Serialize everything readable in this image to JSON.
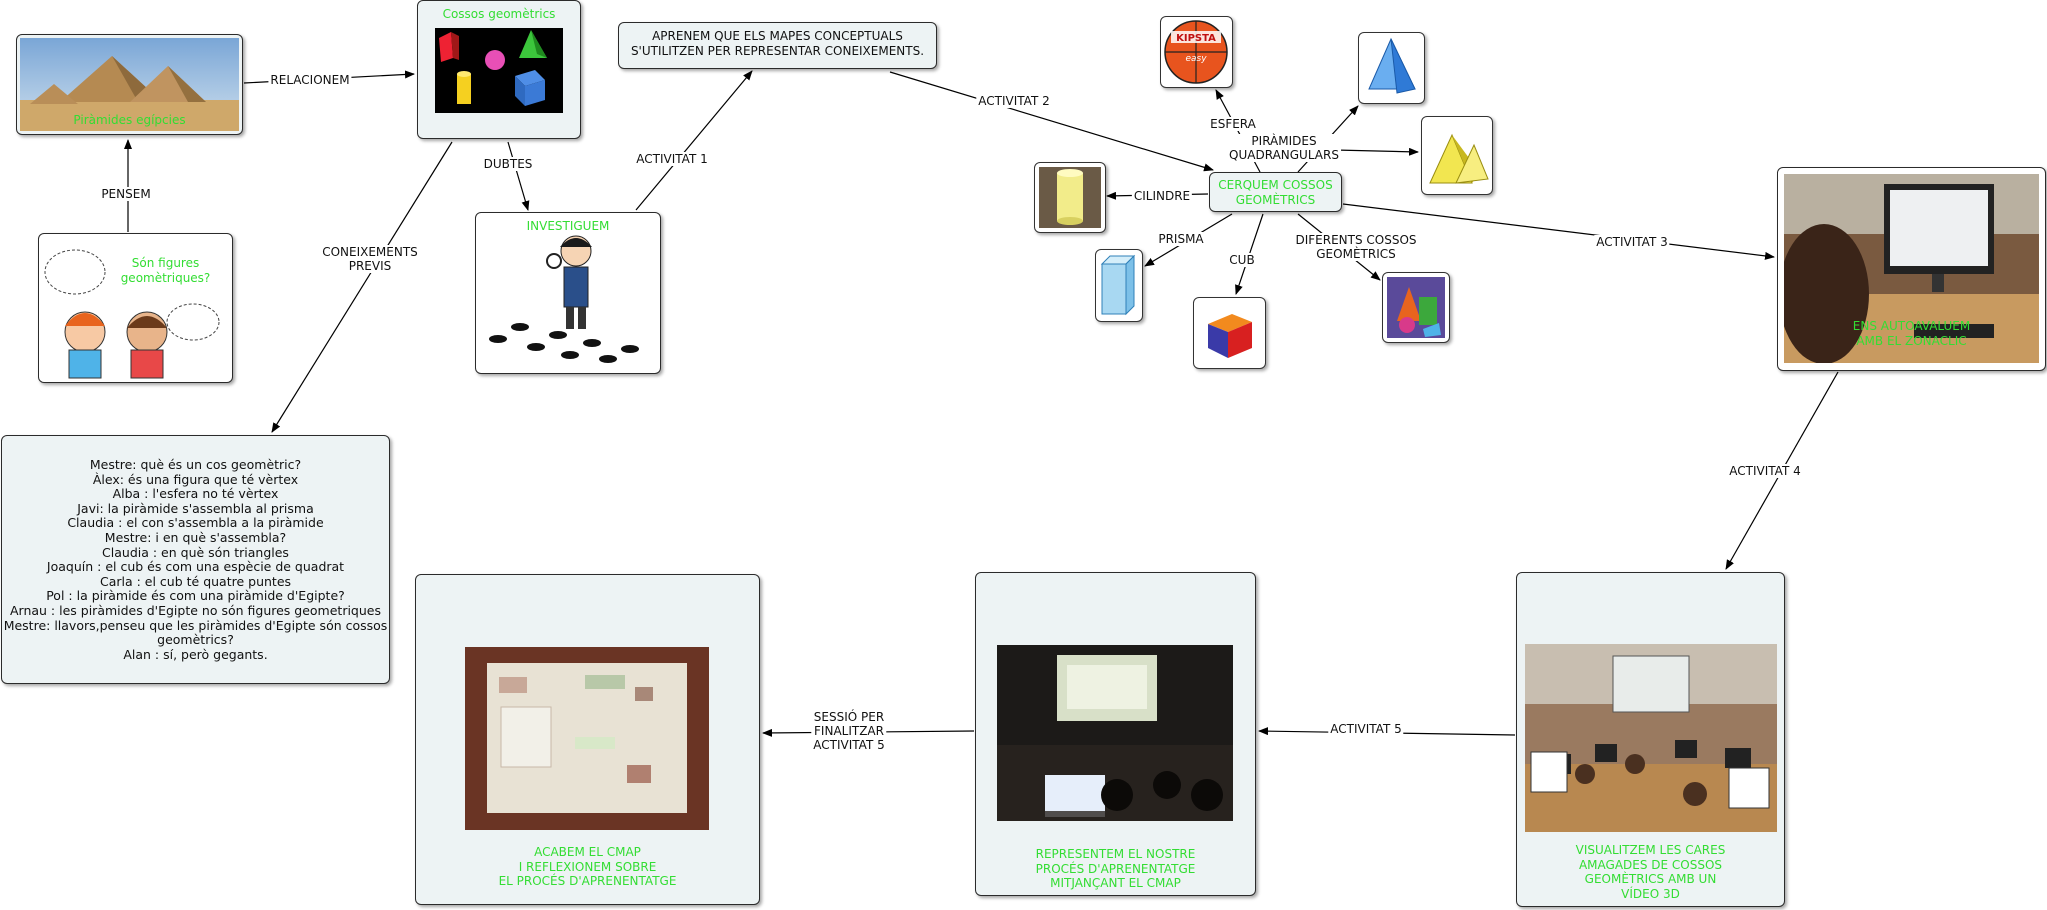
{
  "nodes": {
    "piramides": "Piràmides egípcies",
    "cossos": "Cossos geomètrics",
    "figures": "Són figures\ngeomètriques?",
    "investiguem": "INVESTIGUEM",
    "aprenem": "APRENEM QUE ELS MAPES CONCEPTUALS\nS'UTILITZEN PER REPRESENTAR CONEIXEMENTS.",
    "cerquem": "CERQUEM COSSOS\nGEOMÈTRICS",
    "autoavaluem": "ENS AUTOAVALUEM\nAMB EL ZONACLIC",
    "visualitzem": "VISUALITZEM LES CARES\nAMAGADES DE COSSOS\nGEOMÈTRICS AMB UN\nVÍDEO 3D",
    "representem": "REPRESENTEM EL NOSTRE\nPROCÉS D'APRENENTATGE\nMITJANÇANT EL CMAP",
    "acabem": "ACABEM EL CMAP\nI REFLEXIONEM SOBRE\nEL PROCÉS D'APRENENTATGE",
    "ball_brand": "KIPSTA",
    "ball_sub": "easy"
  },
  "dialog": [
    "Mestre:  què és un cos geomètric?",
    "Àlex: és una figura que té vèrtex",
    "Alba : l'esfera no té vèrtex",
    "Javi: la piràmide s'assembla al prisma",
    "Claudia : el con s'assembla a la piràmide",
    "Mestre: i en què s'assembla?",
    "Claudia : en què són triangles",
    "Joaquín : el cub és com una espècie de quadrat",
    "Carla : el cub té quatre puntes",
    "Pol : la piràmide és com una piràmide d'Egipte?",
    "Arnau : les piràmides d'Egipte no són figures geometriques",
    "Mestre:  llavors,penseu que les piràmides d'Egipte són cossos\ngeomètrics?",
    "Alan : sí, però gegants."
  ],
  "links": {
    "relacionem": "RELACIONEM",
    "pensem": "PENSEM",
    "dubtes": "DUBTES",
    "coneixements": "CONEIXEMENTS\nPREVIS",
    "activitat1": "ACTIVITAT 1",
    "activitat2": "ACTIVITAT 2",
    "esfera": "ESFERA",
    "piramides_q": "PIRÀMIDES\nQUADRANGULARS",
    "cilindre": "CILINDRE",
    "prisma": "PRISMA",
    "cub": "CUB",
    "diferents": "DIFERENTS COSSOS\nGEOMÈTRICS",
    "activitat3": "ACTIVITAT 3",
    "activitat4": "ACTIVITAT 4",
    "activitat5": "ACTIVITAT 5",
    "sessio": "SESSIÓ PER\nFINALITZAR\nACTIVITAT 5"
  }
}
